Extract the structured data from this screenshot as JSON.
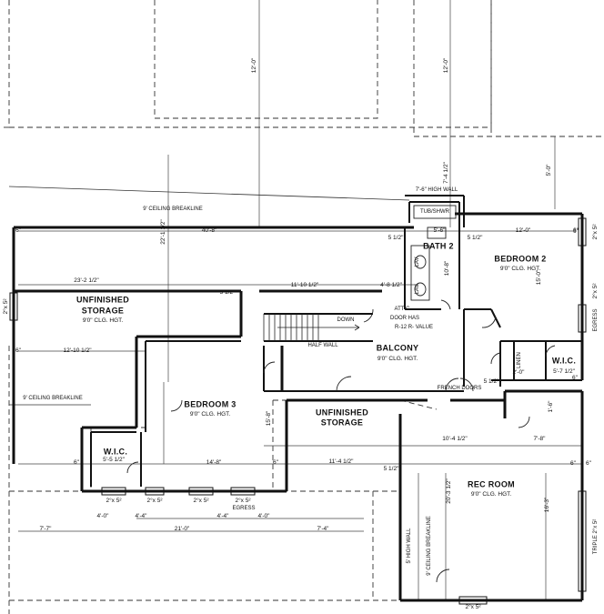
{
  "rooms": {
    "unfinished_storage_1": "UNFINISHED\nSTORAGE",
    "unfinished_storage_1_line1": "UNFINISHED",
    "unfinished_storage_1_line2": "STORAGE",
    "unfinished_storage_1_ceiling": "9'0\" CLG. HGT.",
    "bedroom2": "BEDROOM 2",
    "bedroom2_ceiling": "9'0\" CLG. HGT.",
    "bath2": "BATH 2",
    "tub_shwr": "TUB/SHWR",
    "balcony": "BALCONY",
    "balcony_ceiling": "9'0\" CLG. HGT.",
    "bedroom3": "BEDROOM 3",
    "bedroom3_ceiling": "9'0\" CLG. HGT.",
    "unfinished_storage_2_line1": "UNFINISHED",
    "unfinished_storage_2_line2": "STORAGE",
    "wic1": "W.I.C.",
    "wic1_dim": "5'-5 1/2\"",
    "wic2": "W.I.C.",
    "wic2_dim": "5'-7 1/2\"",
    "rec_room": "REC ROOM",
    "rec_room_ceiling": "9'0\" CLG. HGT.",
    "linen": "LINEN"
  },
  "notes": {
    "ceiling_breakline_top": "9' CEILING BREAKLINE",
    "ceiling_breakline_left": "9' CEILING BREAKLINE",
    "ceiling_breakline_rec": "9' CEILING BREAKLINE",
    "high_wall_top": "7'-6\" HIGH WALL",
    "high_wall_rec": "5' HIGH WALL",
    "attic_door_1": "ATTIC",
    "attic_door_2": "DOOR HAS",
    "attic_door_3": "R-12 R- VALUE",
    "half_wall": "HALF WALL",
    "down": "DOWN",
    "french_doors": "FRENCH DOORS",
    "egress_1": "EGRESS",
    "egress_2": "EGRESS",
    "triple": "TRIPLE 2°x 5²",
    "lav1": "LAV",
    "lav2": "LAV"
  },
  "dimensions": {
    "d_12_0_left": "12'-0\"",
    "d_12_0_right": "12'-0\"",
    "d_7_4": "7'-4 1/2\"",
    "d_5_0": "5'-0\"",
    "d_40_8": "40'-8\"",
    "d_22_1": "22'-1 1/2\"",
    "d_6_top_left": "6\"",
    "d_5_6": "5'-6\"",
    "d_12_0_bed2": "12'-0\"",
    "d_6_top_right": "6\"",
    "d_5_1_2_a": "5 1/2\"",
    "d_5_1_2_b": "5 1/2\"",
    "d_23_2": "23'-2 1/2\"",
    "d_5_1_2_c": "5 1/2\"",
    "d_11_10": "11'-10 1/2\"",
    "d_4_8": "4'-8 1/2\"",
    "d_15_0": "15'-0\"",
    "d_10_8": "10'-8\"",
    "d_12_10": "12'-10 1/2\"",
    "d_6_left_mid": "6\"",
    "d_14_8": "14'-8\"",
    "d_10_4": "10'-4 1/2\"",
    "d_7_8": "7'-8\"",
    "d_11_4": "11'-4 1/2\"",
    "d_5_1_2_d": "5 1/2\"",
    "d_6_bottom_right": "6\"",
    "d_6_bottom_left": "6\"",
    "d_6_bottom_mid": "6\"",
    "d_20_3": "20'-3 1/2\"",
    "d_16_3": "16'-3\"",
    "d_15_8": "15'-8\"",
    "d_4_0_a": "4'-0\"",
    "d_4_4_a": "4'-4\"",
    "d_4_4_b": "4'-4\"",
    "d_4_0_b": "4'-0\"",
    "d_21_0": "21'-0\"",
    "d_7_7": "7'-7\"",
    "d_7_4_bottom": "7'-4\"",
    "d_12_0_vert_top": "12'-0\"",
    "d_6_right_mid": "6\"",
    "d_5_1_2_e": "5 1/2\"",
    "d_2_0": "2'-0\"",
    "d_6_right_low": "6\"",
    "d_1_6": "1'-6\"",
    "d_6_right_bottom": "6\""
  },
  "windows": {
    "w1": "2°x 5²",
    "w2": "2°x 5²",
    "w3": "2°x 5²",
    "w4": "2°x 5²",
    "w5": "2°x 5²",
    "w_left": "2°x 5²",
    "w_right1": "2°x 5²",
    "w_right2": "2°x 5²"
  }
}
